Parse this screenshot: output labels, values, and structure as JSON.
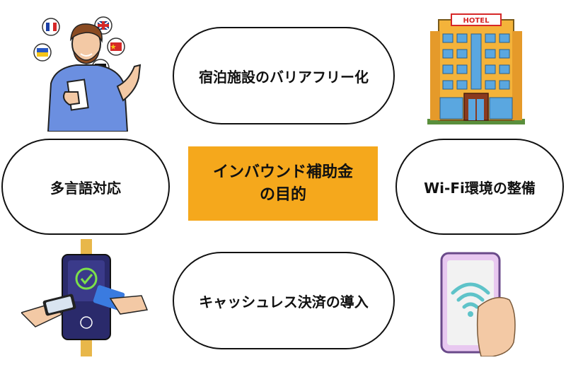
{
  "center": {
    "line1": "インバウンド補助金",
    "line2": "の目的",
    "color": "#f5a81c"
  },
  "items": {
    "top": "宿泊施設のバリアフリー化",
    "left": "多言語対応",
    "right": "Wi-Fi環境の整備",
    "bottom": "キャッシュレス決済の導入"
  },
  "hotel_sign": "HOTEL",
  "icons": {
    "person": "multilingual-person-icon",
    "hotel": "hotel-building-icon",
    "terminal": "card-payment-terminal-icon",
    "phone": "wifi-smartphone-icon"
  }
}
